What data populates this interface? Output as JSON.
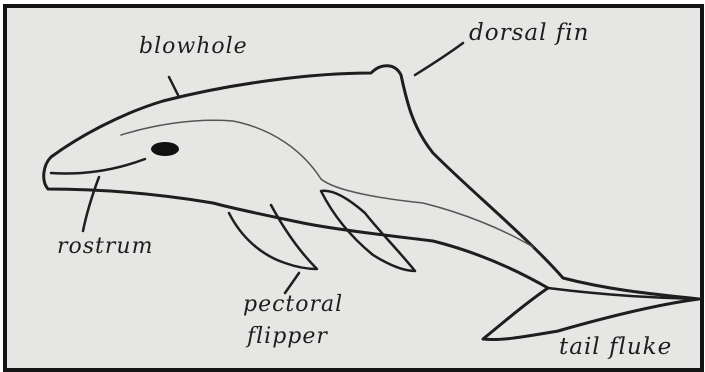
{
  "diagram": {
    "subject": "dolphin",
    "labels": {
      "blowhole": "blowhole",
      "dorsal_fin": "dorsal fin",
      "rostrum": "rostrum",
      "pectoral_line1": "pectoral",
      "pectoral_line2": "flipper",
      "tail_fluke": "tail fluke"
    }
  },
  "colors": {
    "ink": "#1e1e1e",
    "paper": "#e6e6e4",
    "border": "#141414"
  }
}
